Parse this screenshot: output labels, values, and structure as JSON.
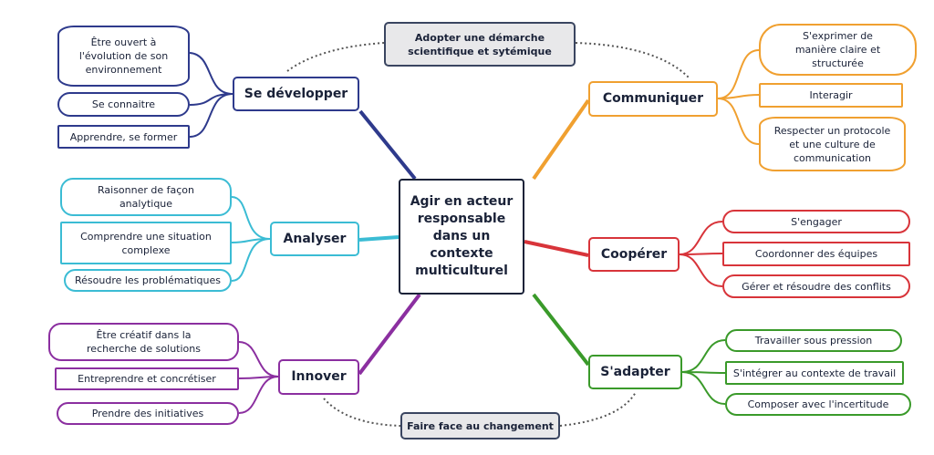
{
  "center": "Agir en acteur responsable dans un contexte multiculturel",
  "bridges": {
    "top": "Adopter une démarche scientifique et sytémique",
    "bottom": "Faire face au changement"
  },
  "colors": {
    "se_developper": "#2e3a8c",
    "analyser": "#3bbcd4",
    "innover": "#8b2fa0",
    "communiquer": "#f0a030",
    "cooperer": "#d8343a",
    "adapter": "#3a9a2a"
  },
  "branches": {
    "se_developper": {
      "label": "Se développer",
      "items": [
        "Être ouvert à l'évolution de son environnement",
        "Se connaitre",
        "Apprendre, se former"
      ]
    },
    "analyser": {
      "label": "Analyser",
      "items": [
        "Raisonner de façon analytique",
        "Comprendre une situation complexe",
        "Résoudre les problématiques"
      ]
    },
    "innover": {
      "label": "Innover",
      "items": [
        "Être créatif dans la recherche de solutions",
        "Entreprendre et concrétiser",
        "Prendre des initiatives"
      ]
    },
    "communiquer": {
      "label": "Communiquer",
      "items": [
        "S'exprimer de manière claire et structurée",
        "Interagir",
        "Respecter un protocole et une culture de communication"
      ]
    },
    "cooperer": {
      "label": "Coopérer",
      "items": [
        "S'engager",
        "Coordonner des équipes",
        "Gérer et résoudre des conflits"
      ]
    },
    "adapter": {
      "label": "S'adapter",
      "items": [
        "Travailler sous pression",
        "S'intégrer au contexte de travail",
        "Composer avec l'incertitude"
      ]
    }
  }
}
